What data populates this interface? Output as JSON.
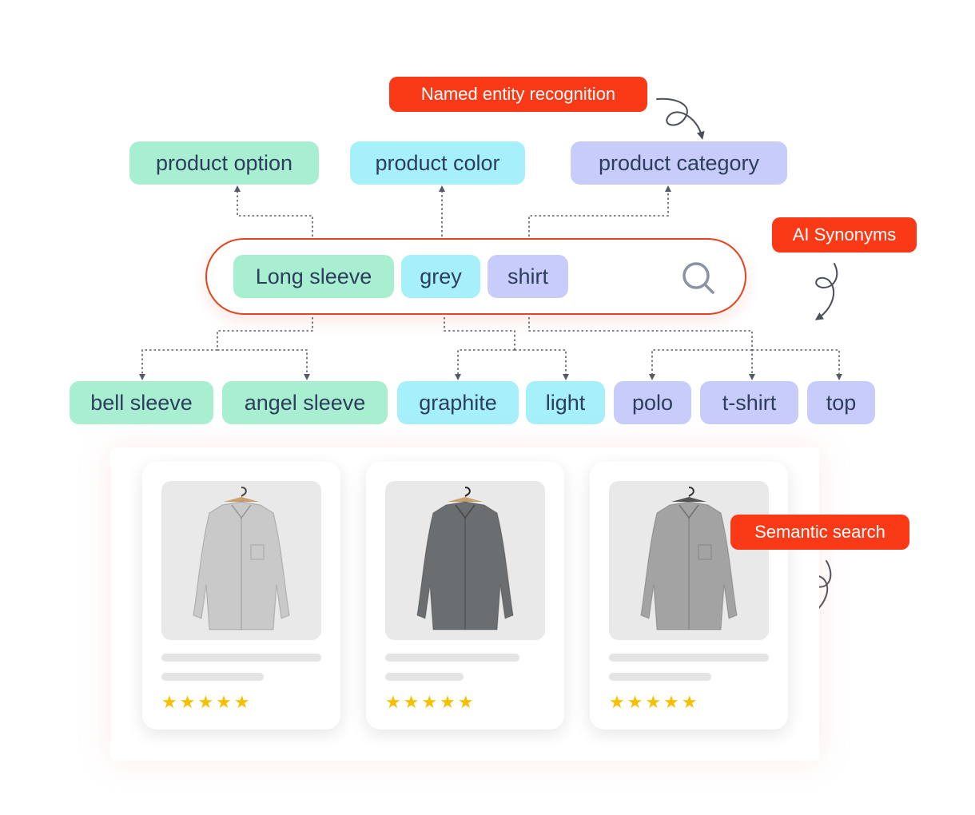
{
  "labels": {
    "ner": "Named entity recognition",
    "synonyms": "AI Synonyms",
    "semantic": "Semantic search"
  },
  "entities": {
    "option": "product option",
    "color": "product color",
    "category": "product category"
  },
  "search": {
    "terms": [
      "Long sleeve",
      "grey",
      "shirt"
    ]
  },
  "synonyms": [
    "bell sleeve",
    "angel sleeve",
    "graphite",
    "light",
    "polo",
    "t-shirt",
    "top"
  ],
  "results": [
    {
      "shirt_color": "#c9c9c9",
      "rating": 5,
      "stars": "★★★★★"
    },
    {
      "shirt_color": "#6b6e70",
      "rating": 5,
      "stars": "★★★★★"
    },
    {
      "shirt_color": "#a3a3a3",
      "rating": 5,
      "stars": "★★★★★"
    }
  ],
  "colors": {
    "accent_red": "#fa3a16",
    "green": "#a8efd2",
    "cyan": "#a6f0fa",
    "lavender": "#c8ccfb",
    "star": "#f5c000"
  }
}
